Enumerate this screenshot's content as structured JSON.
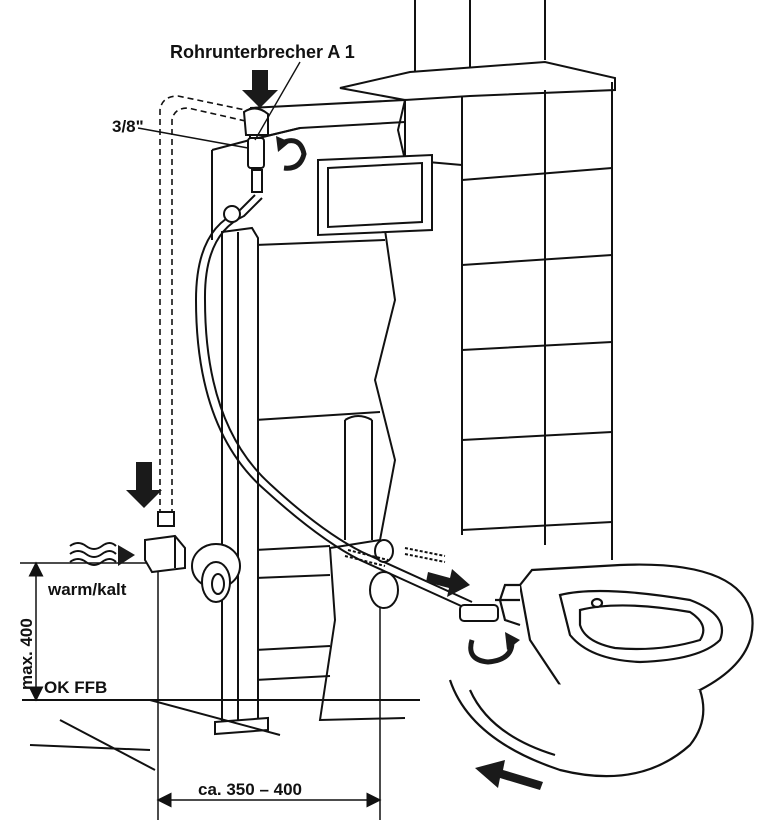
{
  "labels": {
    "title": "Rohrunterbrecher  A 1",
    "pipe_size": "3/8\"",
    "warm_kalt": "warm/kalt",
    "max_height": "max. 400",
    "floor_level": "OK FFB",
    "distance": "ca. 350 – 400"
  },
  "colors": {
    "line": "#111111",
    "arrow": "#1a1a1a",
    "background": "#ffffff"
  }
}
